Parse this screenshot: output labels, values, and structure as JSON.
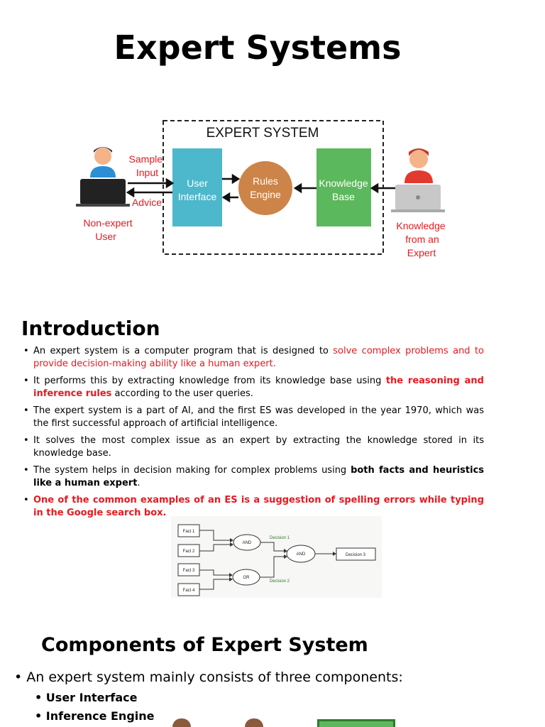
{
  "title": "Expert Systems",
  "diagram1": {
    "heading": "EXPERT SYSTEM",
    "sample_input": [
      "Sample",
      "Input"
    ],
    "advice": "Advice",
    "user_interface": [
      "User",
      "Interface"
    ],
    "rules_engine": [
      "Rules",
      "Engine"
    ],
    "knowledge_base": [
      "Knowledge",
      "Base"
    ],
    "non_expert_user": [
      "Non-expert",
      "User"
    ],
    "knowledge_from_expert": [
      "Knowledge",
      "from an",
      "Expert"
    ],
    "colors": {
      "ui_box": "#4db8cc",
      "rules": "#cd8448",
      "kb_box": "#5cb85c",
      "red_text": "#e8191f"
    },
    "icons": [
      "person-laptop-icon",
      "expert-laptop-icon"
    ]
  },
  "introduction": {
    "heading": "Introduction",
    "bullets": [
      {
        "parts": [
          {
            "t": "An expert system is a computer program that is designed to "
          },
          {
            "t": "solve complex problems and to provide decision-making ability like a human expert.",
            "s": "red"
          }
        ]
      },
      {
        "parts": [
          {
            "t": "It performs this by extracting knowledge from its knowledge base using "
          },
          {
            "t": "the reasoning and inference rules",
            "s": "red-bold"
          },
          {
            "t": " according to the user queries."
          }
        ]
      },
      {
        "parts": [
          {
            "t": "The expert system is a part of AI, and the first ES was developed in the year 1970, which was the first successful approach of artificial intelligence."
          }
        ]
      },
      {
        "parts": [
          {
            "t": "It solves the most complex issue as an expert by extracting the knowledge stored in its knowledge base."
          }
        ]
      },
      {
        "parts": [
          {
            "t": "The system helps in decision making for complex problems using "
          },
          {
            "t": "both facts and heuristics like a human expert",
            "s": "bold"
          },
          {
            "t": "."
          }
        ]
      },
      {
        "parts": [
          {
            "t": "One of the common examples of an ES is a suggestion of spelling errors while typing in the Google search box.",
            "s": "red-bold"
          }
        ]
      }
    ]
  },
  "diagram2": {
    "facts": [
      "Fact 1",
      "Fact 2",
      "Fact 3",
      "Fact 4"
    ],
    "and1": "AND",
    "or1": "OR",
    "and2": "AND",
    "decision1": "Decision 1",
    "decision2": "Decision 2",
    "decision3": "Decision 3"
  },
  "components": {
    "heading": "Components of Expert System",
    "lead": "An expert system mainly consists of three components:",
    "items": [
      "User Interface",
      "Inference Engine"
    ]
  }
}
